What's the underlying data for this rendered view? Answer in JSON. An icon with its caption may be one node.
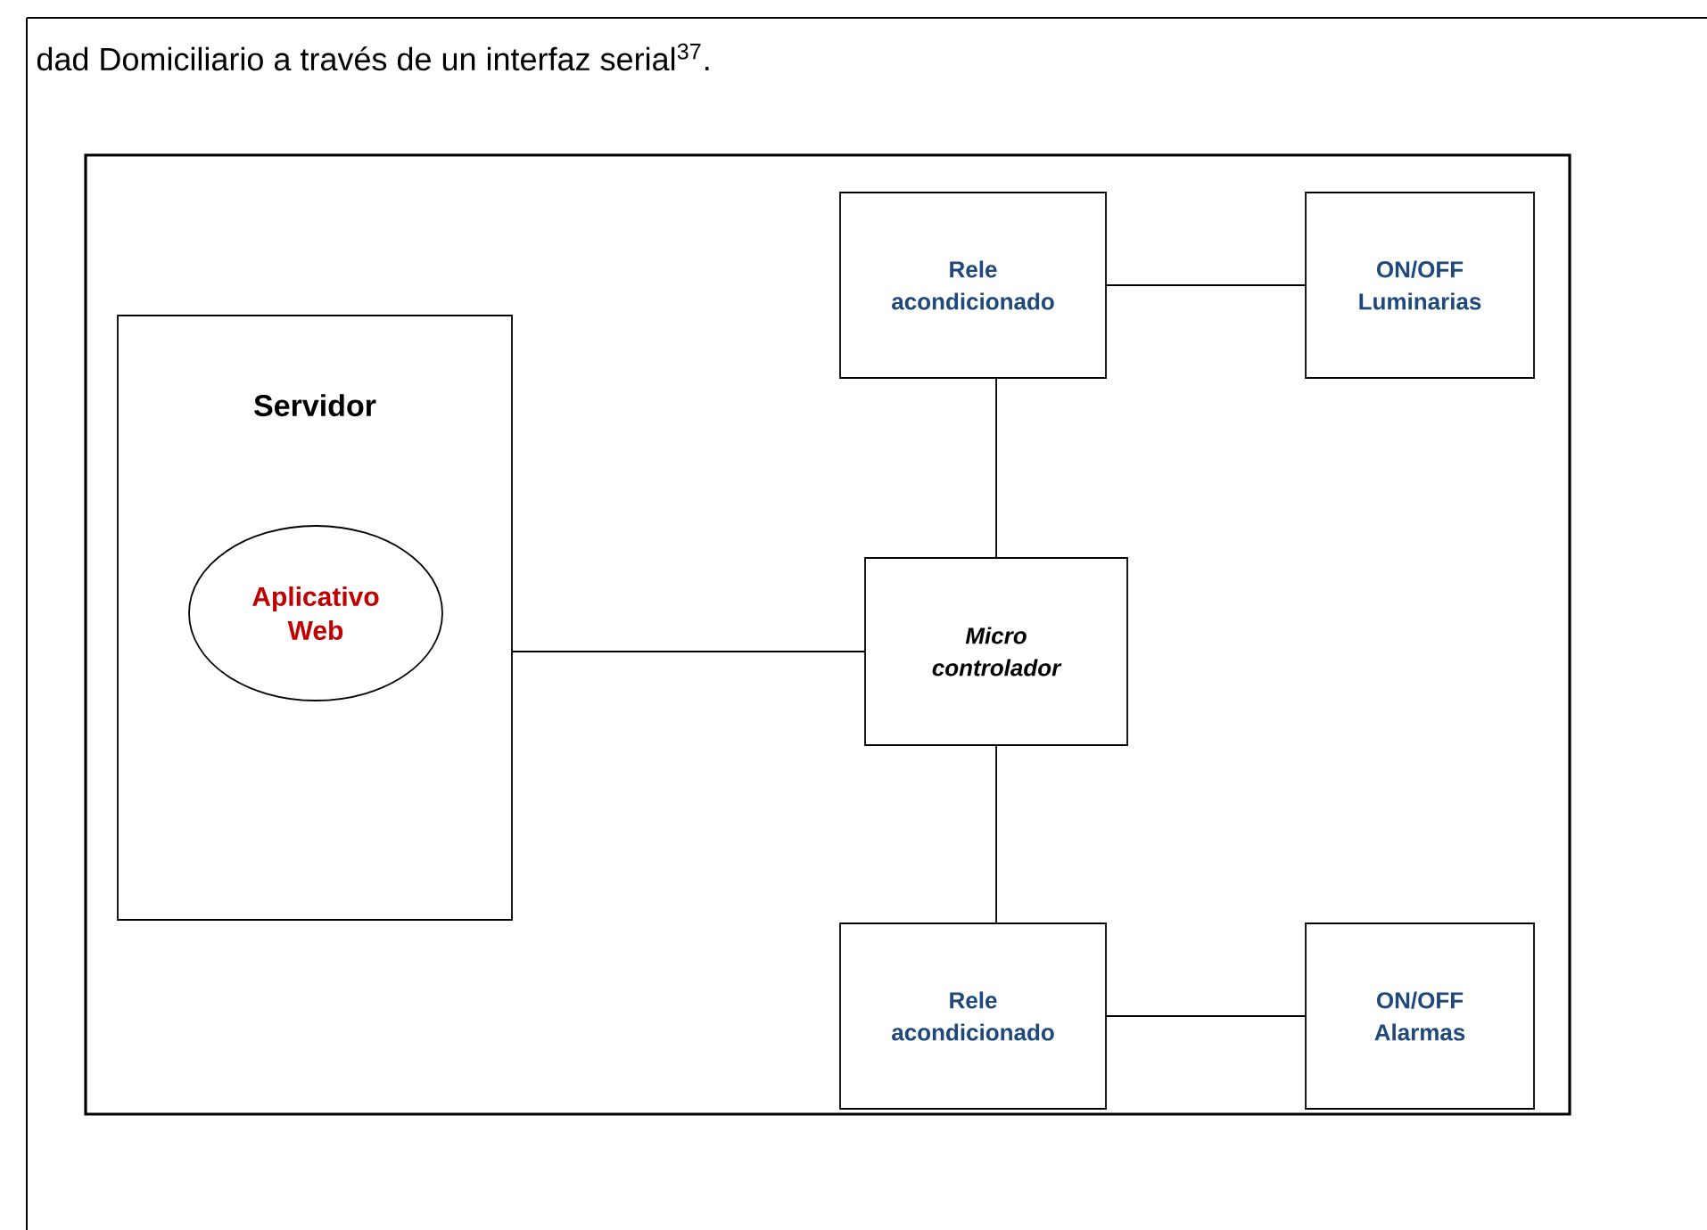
{
  "diagram": {
    "nodes": [
      {
        "text": [],
        "shape": "box"
      },
      {
        "text": [
          "Servidor"
        ],
        "in": 0
      },
      {
        "text": [
          "Aplicativo Web"
        ],
        "in": 1
      },
      {
        "text": [
          "Rele acondicionado"
        ],
        "in": 0
      },
      {
        "text": [
          "ON/OFF Luminarias"
        ],
        "in": 0
      },
      {
        "text": [
          "Micro controlador"
        ],
        "in": 0
      },
      {
        "text": [
          "Rele acondicionado"
        ],
        "in": 0
      },
      {
        "text": [
          "ON/OFF Alarmas"
        ],
        "in": 0
      }
    ],
    "edges": [
      {
        "from": 1,
        "to": 5,
        "arrow": "none"
      },
      {
        "from": 3,
        "to": 4,
        "arrow": "none"
      },
      {
        "from": 5,
        "to": 3,
        "arrow": "none"
      },
      {
        "from": 5,
        "to": 6,
        "arrow": "none"
      },
      {
        "from": 6,
        "to": 7,
        "arrow": "none"
      }
    ],
    "labels": [
      "dad Domiciliario a través de un interfaz serial$^{37}$."
    ]
  }
}
